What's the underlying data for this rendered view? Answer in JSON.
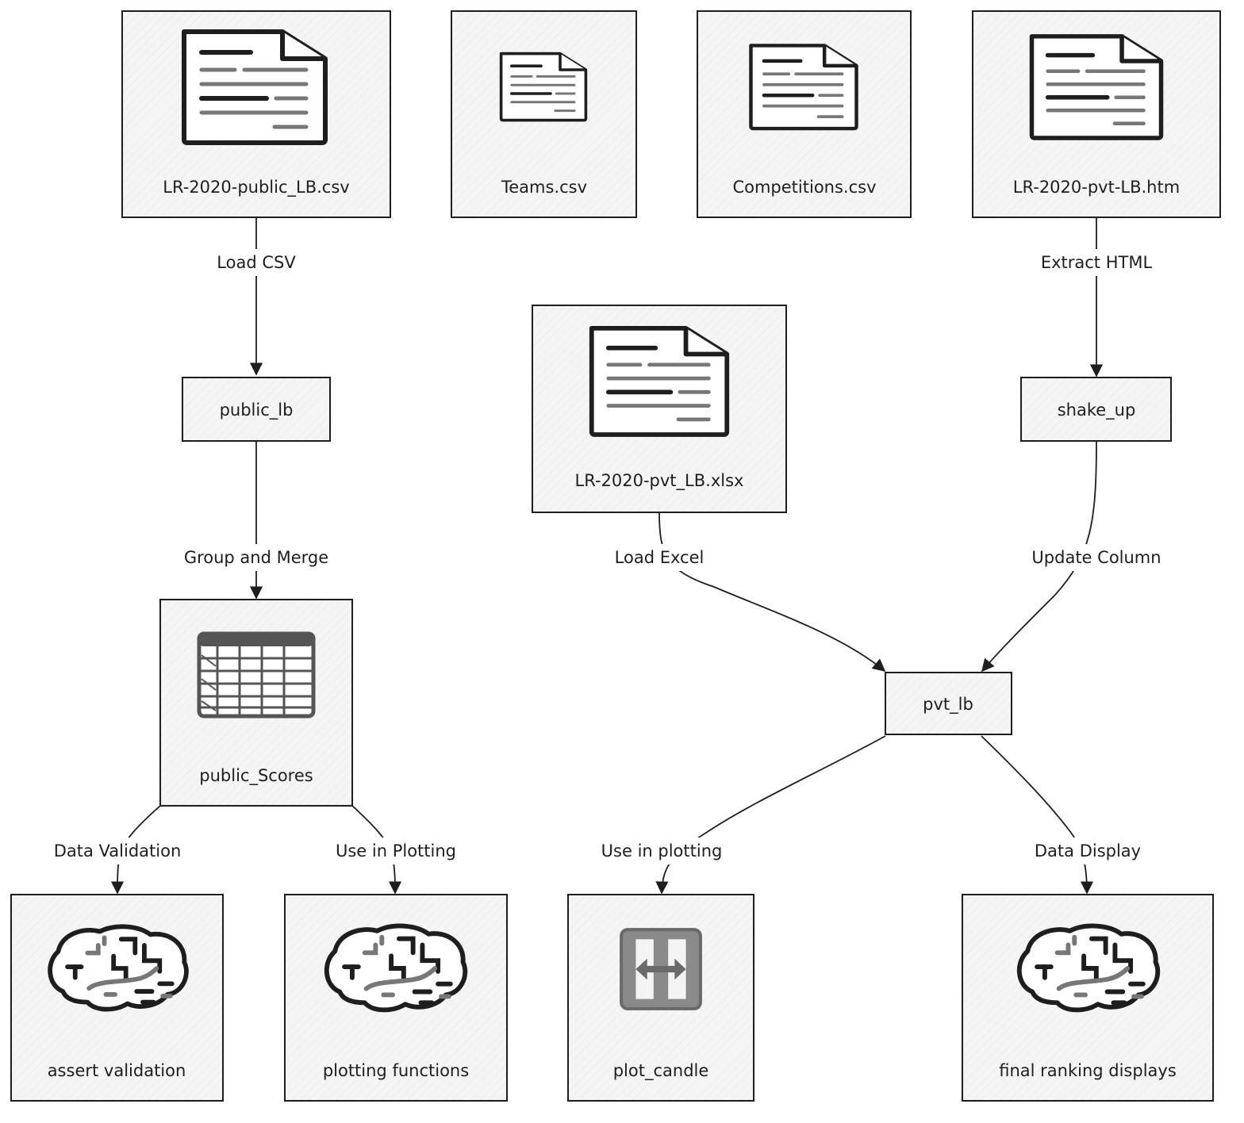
{
  "nodes": {
    "public_lb_csv": {
      "label": "LR-2020-public_LB.csv",
      "icon": "document-icon"
    },
    "teams_csv": {
      "label": "Teams.csv",
      "icon": "document-icon"
    },
    "competitions_csv": {
      "label": "Competitions.csv",
      "icon": "document-icon"
    },
    "pvt_lb_htm": {
      "label": "LR-2020-pvt-LB.htm",
      "icon": "document-icon"
    },
    "public_lb": {
      "label": "public_lb"
    },
    "shake_up": {
      "label": "shake_up"
    },
    "pvt_lb_xlsx": {
      "label": "LR-2020-pvt_LB.xlsx",
      "icon": "document-icon"
    },
    "public_scores": {
      "label": "public_Scores",
      "icon": "table-icon"
    },
    "pvt_lb": {
      "label": "pvt_lb"
    },
    "assert_validation": {
      "label": "assert validation",
      "icon": "brain-icon"
    },
    "plotting_functions": {
      "label": "plotting functions",
      "icon": "brain-icon"
    },
    "plot_candle": {
      "label": "plot_candle",
      "icon": "resize-icon"
    },
    "final_ranking": {
      "label": "final ranking displays",
      "icon": "brain-icon"
    }
  },
  "edges": {
    "load_csv": "Load CSV",
    "extract_html": "Extract HTML",
    "group_merge": "Group and Merge",
    "load_excel": "Load Excel",
    "update_column": "Update Column",
    "data_validation": "Data Validation",
    "use_in_plotting": "Use in Plotting",
    "use_in_plotting_lower": "Use in plotting",
    "data_display": "Data Display"
  },
  "colors": {
    "stroke": "#1e1e1e",
    "fill": "#f4f4f4",
    "icon_gray": "#6e6e6e"
  }
}
